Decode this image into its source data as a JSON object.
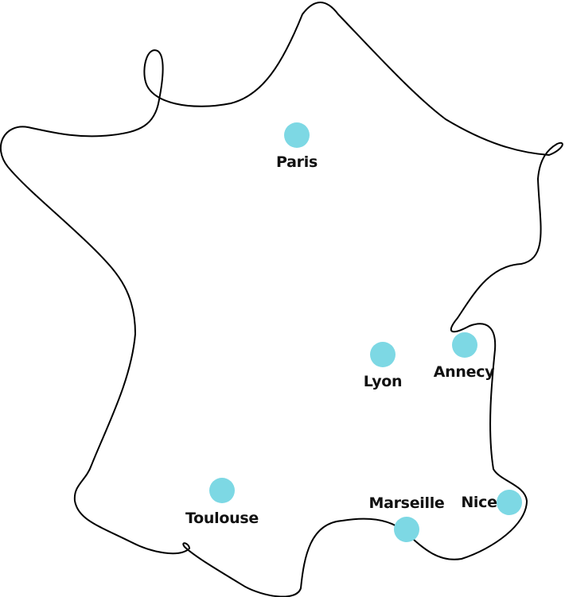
{
  "map": {
    "outline_color": "#000000",
    "marker_color": "#7dd8e4",
    "label_color": "#111111"
  },
  "cities": [
    {
      "name": "Paris"
    },
    {
      "name": "Lyon"
    },
    {
      "name": "Annecy"
    },
    {
      "name": "Toulouse"
    },
    {
      "name": "Marseille"
    },
    {
      "name": "Nice"
    }
  ]
}
